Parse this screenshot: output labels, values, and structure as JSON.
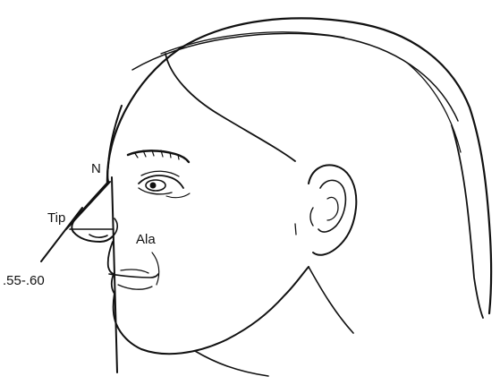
{
  "labels": {
    "nasion": "N",
    "tip": "Tip",
    "ala": "Ala",
    "ratio": ".55-.60"
  }
}
